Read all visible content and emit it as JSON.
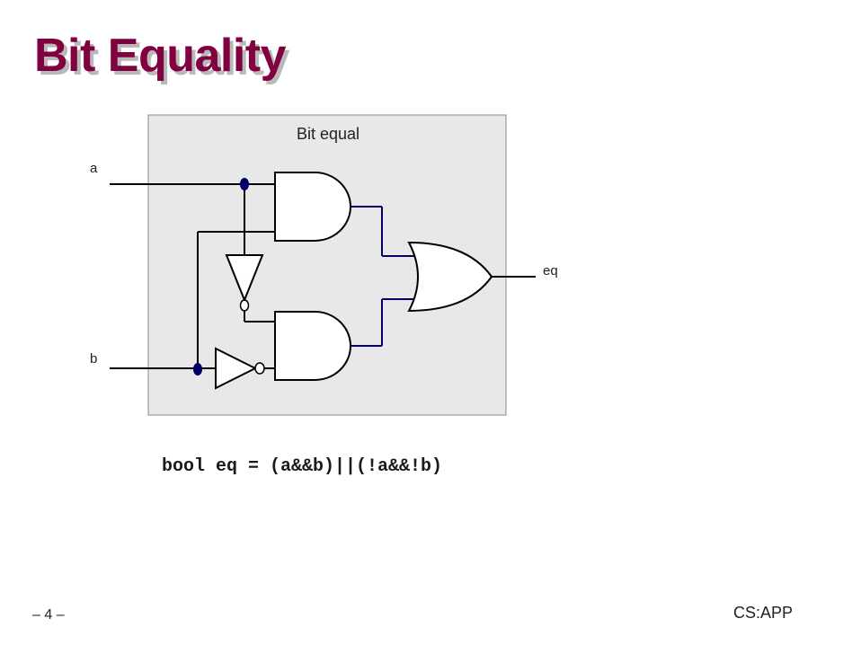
{
  "slide": {
    "title": "Bit Equality",
    "code": "bool eq = (a&&b)||(!a&&!b)",
    "page_number": "– 4 –",
    "footer_brand": "CS:APP"
  },
  "diagram": {
    "box_label": "Bit equal",
    "input_a": "a",
    "input_b": "b",
    "output": "eq",
    "colors": {
      "box_fill": "#e8e8e8",
      "box_border": "#8a8a8a",
      "black_wire": "#000000",
      "blue_wire": "#000066"
    }
  }
}
